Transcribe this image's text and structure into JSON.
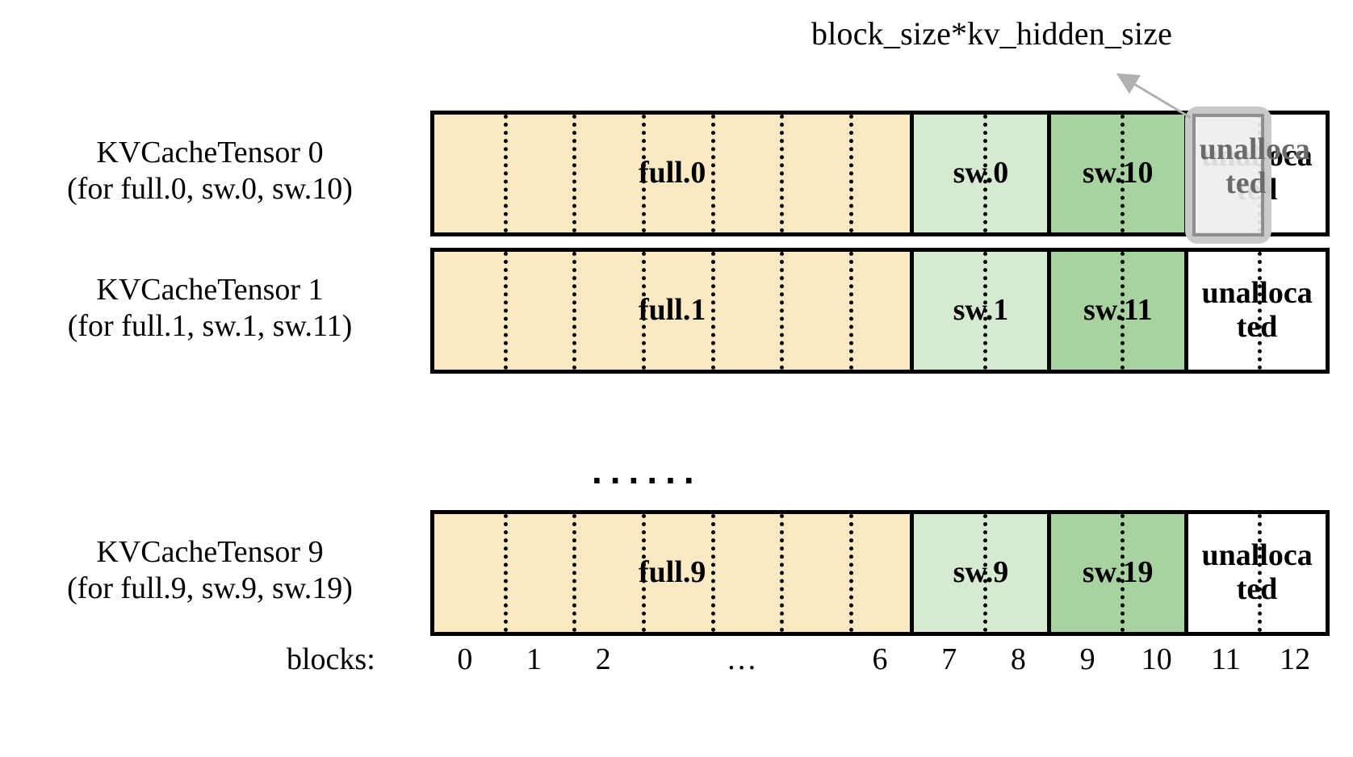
{
  "annotation": {
    "label": "block_size*kv_hidden_size",
    "arrow_target": "highlighted-block-11"
  },
  "colors": {
    "full_block": "#FBE9C4",
    "sw_light": "#D6EAD2",
    "sw_dark": "#A9D2A1",
    "unallocated": "#FFFFFF",
    "border": "#000000",
    "highlight_outer": "#C9C9C9",
    "highlight_inner": "#8E8E8E",
    "highlight_fill": "#EEEEEE",
    "highlight_text": "#6B6B6B"
  },
  "rows": [
    {
      "title": "KVCacheTensor 0",
      "subtitle": "(for full.0, sw.0, sw.10)",
      "segments": [
        {
          "label": "full.0",
          "kind": "full",
          "blocks": 7
        },
        {
          "label": "sw.0",
          "kind": "swa",
          "blocks": 2
        },
        {
          "label": "sw.10",
          "kind": "swb",
          "blocks": 2
        },
        {
          "label": "unalloca ted",
          "kind": "unalloc",
          "blocks": 2
        }
      ],
      "highlighted_block": 11
    },
    {
      "title": "KVCacheTensor 1",
      "subtitle": "(for full.1, sw.1, sw.11)",
      "segments": [
        {
          "label": "full.1",
          "kind": "full",
          "blocks": 7
        },
        {
          "label": "sw.1",
          "kind": "swa",
          "blocks": 2
        },
        {
          "label": "sw.11",
          "kind": "swb",
          "blocks": 2
        },
        {
          "label": "unalloca ted",
          "kind": "unalloc",
          "blocks": 2
        }
      ],
      "highlighted_block": null
    },
    {
      "title": "KVCacheTensor 9",
      "subtitle": "(for full.9, sw.9, sw.19)",
      "segments": [
        {
          "label": "full.9",
          "kind": "full",
          "blocks": 7
        },
        {
          "label": "sw.9",
          "kind": "swa",
          "blocks": 2
        },
        {
          "label": "sw.19",
          "kind": "swb",
          "blocks": 2
        },
        {
          "label": "unalloca ted",
          "kind": "unalloc",
          "blocks": 2
        }
      ],
      "highlighted_block": null
    }
  ],
  "ellipsis": "......",
  "axis": {
    "caption": "blocks:",
    "ticks": [
      "0",
      "1",
      "2",
      "…",
      "6",
      "7",
      "8",
      "9",
      "10",
      "11",
      "12"
    ]
  },
  "row0_text": {
    "l1": "unalloca",
    "l2": "ted"
  }
}
